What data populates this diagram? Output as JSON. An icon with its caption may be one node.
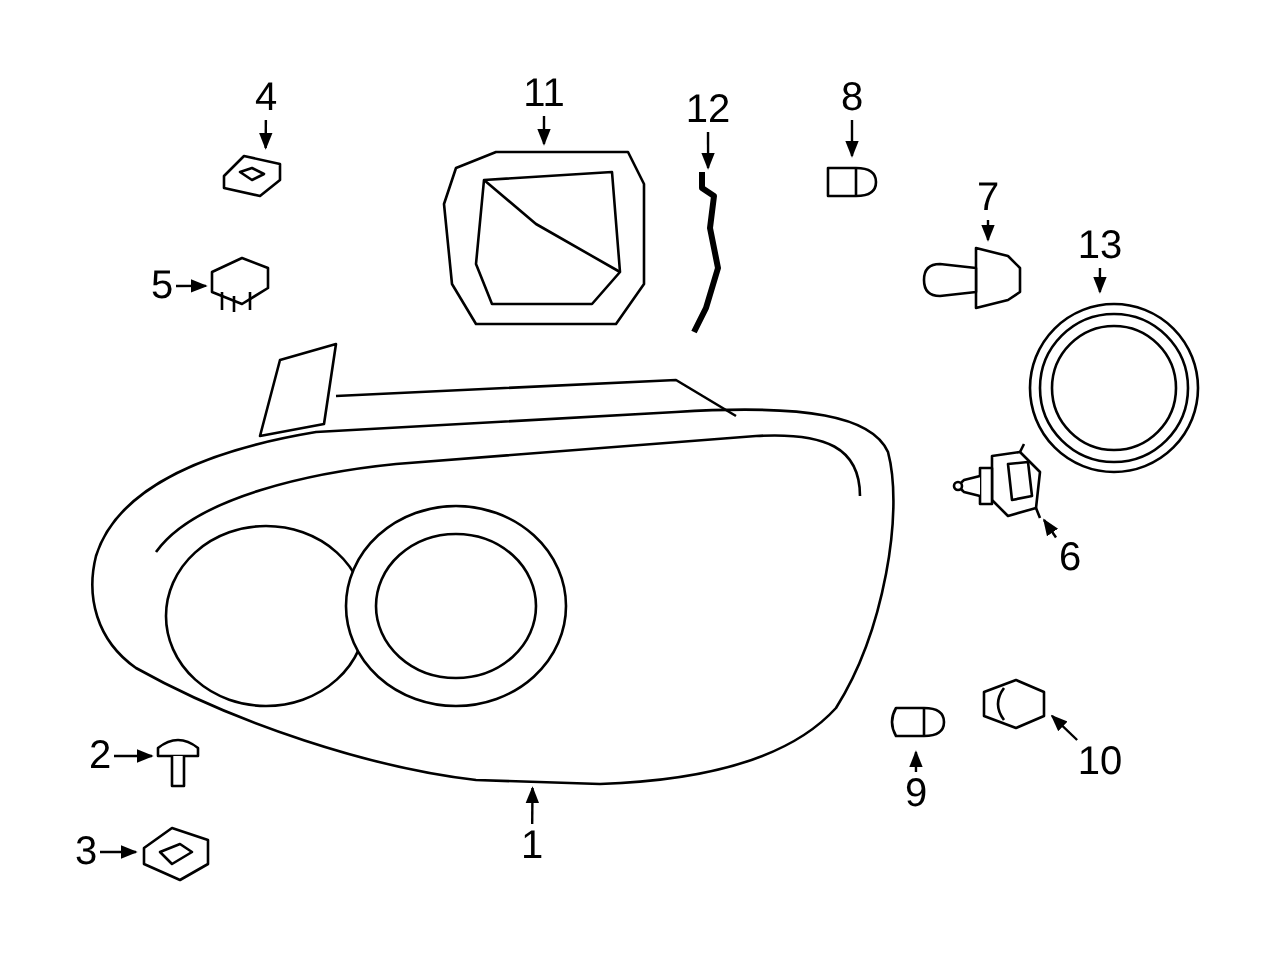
{
  "diagram": {
    "nodes": [
      {
        "text": [
          "4"
        ]
      },
      {
        "text": [
          "11"
        ]
      },
      {
        "text": [
          "12"
        ]
      },
      {
        "text": [
          "8"
        ]
      },
      {
        "text": [
          "7"
        ]
      },
      {
        "text": [
          "13"
        ]
      },
      {
        "text": [
          "5"
        ]
      },
      {
        "text": [
          "6"
        ]
      },
      {
        "text": [
          "2"
        ]
      },
      {
        "text": [
          "10"
        ]
      },
      {
        "text": [
          "9"
        ]
      },
      {
        "text": [
          "3"
        ]
      },
      {
        "text": [
          "1"
        ]
      },
      {
        "text": [],
        "shape": "picture"
      },
      {
        "text": [],
        "shape": "picture"
      },
      {
        "text": [],
        "shape": "picture"
      },
      {
        "text": [],
        "shape": "picture"
      },
      {
        "text": [],
        "shape": "picture"
      },
      {
        "text": [],
        "shape": "picture"
      },
      {
        "text": [],
        "shape": "picture"
      },
      {
        "text": [],
        "shape": "picture"
      },
      {
        "text": [],
        "shape": "picture"
      },
      {
        "text": [],
        "shape": "picture"
      },
      {
        "text": [],
        "shape": "picture"
      },
      {
        "text": [],
        "shape": "picture"
      },
      {
        "text": [],
        "shape": "picture"
      }
    ],
    "edges": [
      {
        "from": 0,
        "to": 13,
        "arrow": "to"
      },
      {
        "from": 1,
        "to": 14,
        "arrow": "to"
      },
      {
        "from": 2,
        "to": 15,
        "arrow": "to"
      },
      {
        "from": 3,
        "to": 16,
        "arrow": "to"
      },
      {
        "from": 4,
        "to": 17,
        "arrow": "to"
      },
      {
        "from": 5,
        "to": 18,
        "arrow": "to"
      },
      {
        "from": 6,
        "to": 19,
        "arrow": "to"
      },
      {
        "from": 7,
        "to": 20,
        "arrow": "to"
      },
      {
        "from": 8,
        "to": 21,
        "arrow": "to"
      },
      {
        "from": 9,
        "to": 22,
        "arrow": "to"
      },
      {
        "from": 10,
        "to": 23,
        "arrow": "to"
      },
      {
        "from": 11,
        "to": 24,
        "arrow": "to"
      },
      {
        "from": 12,
        "to": 25,
        "arrow": "to"
      }
    ]
  }
}
